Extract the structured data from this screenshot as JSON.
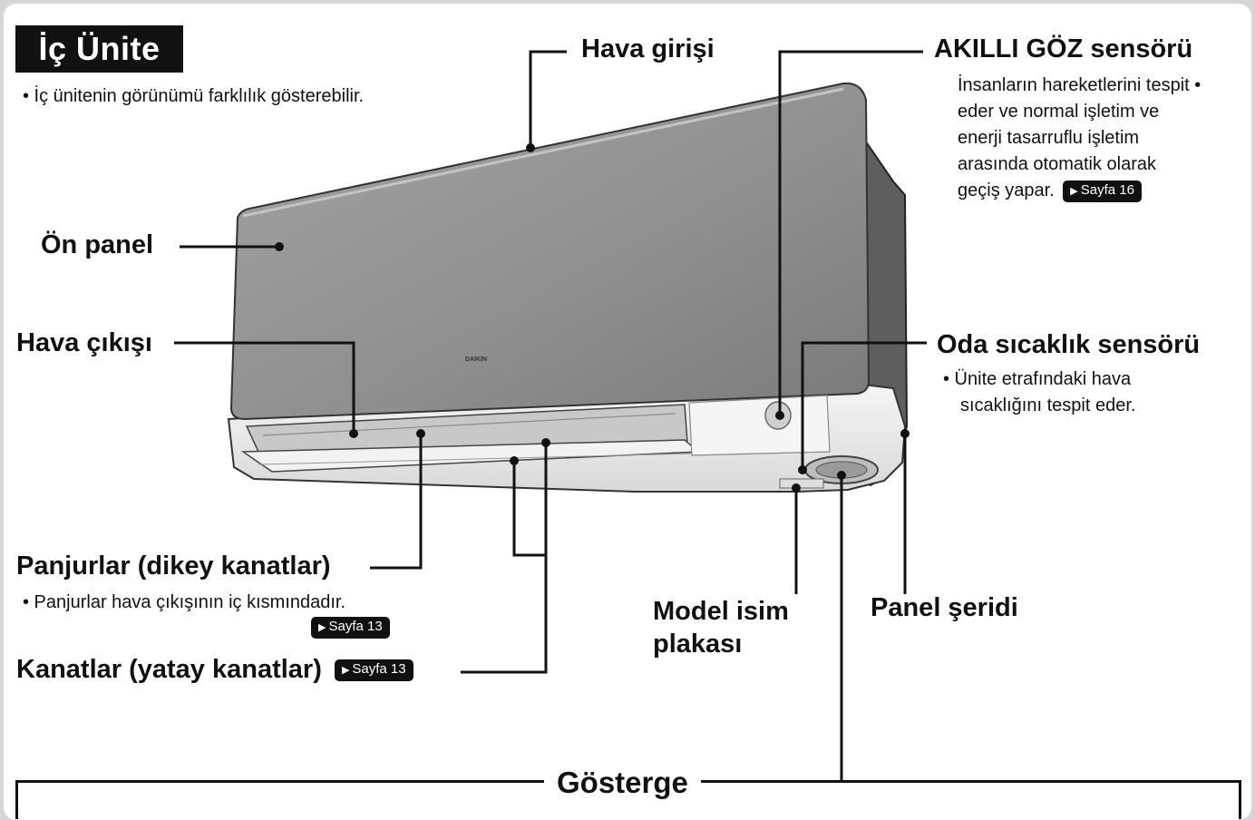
{
  "section": {
    "title": "İç Ünite",
    "note": "• İç ünitenin görünümü farklılık gösterebilir."
  },
  "unit": {
    "brand": "DAIKIN"
  },
  "labels": {
    "air_inlet": "Hava girişi",
    "front_panel": "Ön panel",
    "air_outlet": "Hava çıkışı",
    "louvers": "Panjurlar (dikey kanatlar)",
    "louvers_note": "• Panjurlar hava çıkışının iç kısmındadır.",
    "louvers_page": "Sayfa 13",
    "flaps": "Kanatlar (yatay kanatlar)",
    "flaps_page": "Sayfa 13",
    "intelligent_eye": "AKILLI GÖZ sensörü",
    "intelligent_eye_note": [
      "İnsanların hareketlerini tespit •",
      "eder ve normal işletim ve",
      "enerji tasarruflu işletim",
      "arasında otomatik olarak",
      "geçiş yapar."
    ],
    "intelligent_eye_page": "Sayfa 16",
    "room_temp_sensor": "Oda sıcaklık sensörü",
    "room_temp_note": [
      "• Ünite etrafındaki hava",
      "sıcaklığını tespit eder."
    ],
    "model_plate": [
      "Model isim",
      "plakası"
    ],
    "panel_strip": "Panel şeridi",
    "display": "Gösterge"
  },
  "colors": {
    "panel": "#8f8f8f",
    "panel_dark": "#6f6f6f",
    "body": "#eeeeee",
    "ink": "#111111"
  }
}
